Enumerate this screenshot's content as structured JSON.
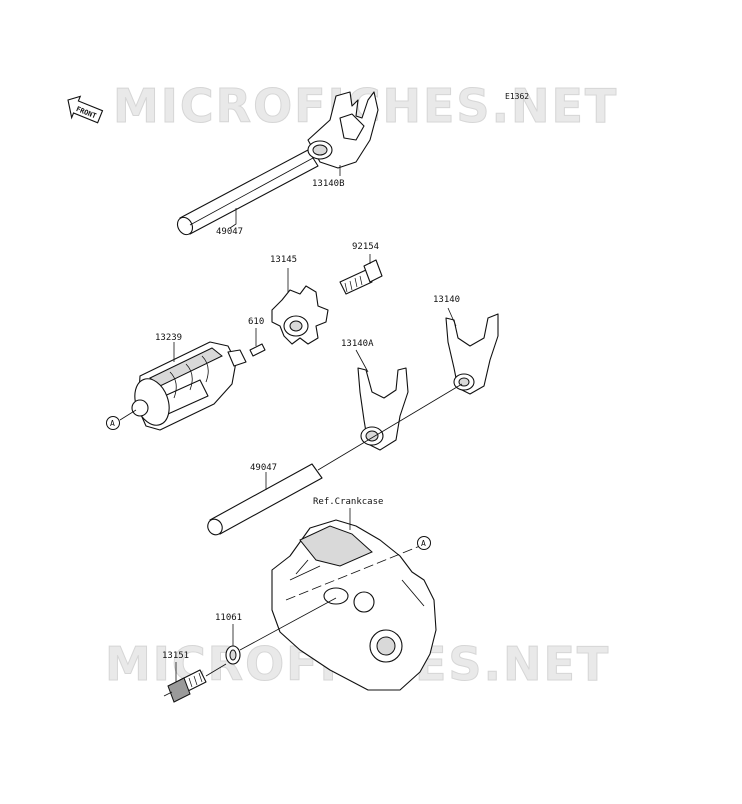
{
  "diagram": {
    "code": "E1362",
    "front_label": "FRONT",
    "watermarks": [
      "MICROFICHES.NET",
      "MICROFICHES.NET"
    ],
    "callouts": {
      "ref_a_top": "A",
      "ref_a_bottom": "A"
    },
    "part_labels": {
      "fork_13140b": "13140B",
      "shaft_upper": "49047",
      "bolt_92154": "92154",
      "cam_13145": "13145",
      "pin_610": "610",
      "drum_13239": "13239",
      "fork_13140": "13140",
      "fork_13140a": "13140A",
      "shaft_lower": "49047",
      "ref_crankcase": "Ref.Crankcase",
      "washer_11061": "11061",
      "switch_13151": "13151"
    }
  }
}
